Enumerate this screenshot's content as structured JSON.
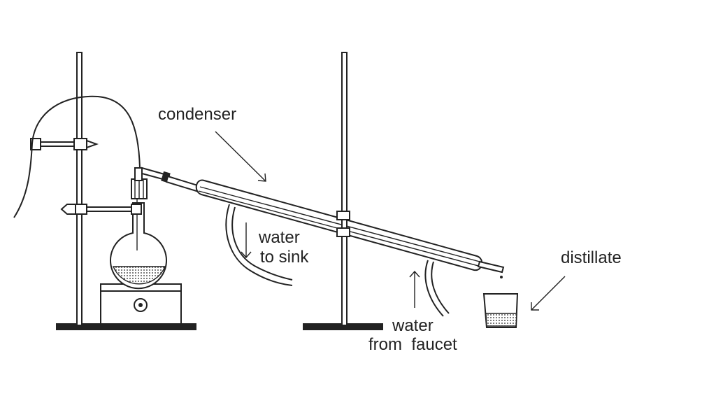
{
  "labels": {
    "condenser": "condenser",
    "water_to_sink": [
      "water",
      "to sink"
    ],
    "water_from_faucet": [
      "water",
      "from  faucet"
    ],
    "distillate": "distillate"
  },
  "colors": {
    "ink": "#222222",
    "background": "#ffffff"
  }
}
